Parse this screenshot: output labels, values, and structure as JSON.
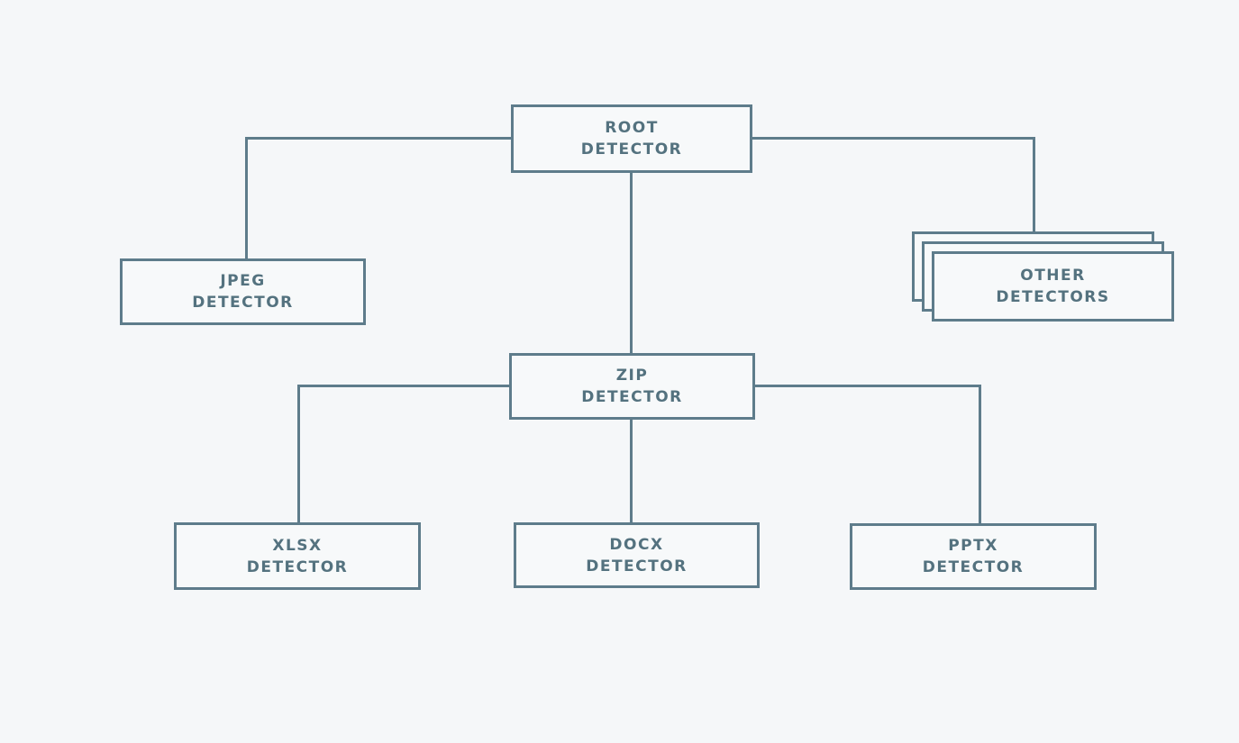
{
  "diagram": {
    "type": "tree",
    "colors": {
      "background": "#f5f7f9",
      "line": "#5e7c8b",
      "text": "#54727f",
      "node_fill": "#f7f9fa"
    },
    "nodes": {
      "root": {
        "lines": [
          "ROOT",
          "DETECTOR"
        ]
      },
      "jpeg": {
        "lines": [
          "JPEG",
          "DETECTOR"
        ]
      },
      "other": {
        "lines": [
          "OTHER",
          "DETECTORS"
        ],
        "stacked": true
      },
      "zip": {
        "lines": [
          "ZIP",
          "DETECTOR"
        ]
      },
      "xlsx": {
        "lines": [
          "XLSX",
          "DETECTOR"
        ]
      },
      "docx": {
        "lines": [
          "DOCX",
          "DETECTOR"
        ]
      },
      "pptx": {
        "lines": [
          "PPTX",
          "DETECTOR"
        ]
      }
    },
    "edges": [
      {
        "from": "root",
        "to": "jpeg"
      },
      {
        "from": "root",
        "to": "other"
      },
      {
        "from": "root",
        "to": "zip"
      },
      {
        "from": "zip",
        "to": "xlsx"
      },
      {
        "from": "zip",
        "to": "docx"
      },
      {
        "from": "zip",
        "to": "pptx"
      }
    ]
  }
}
